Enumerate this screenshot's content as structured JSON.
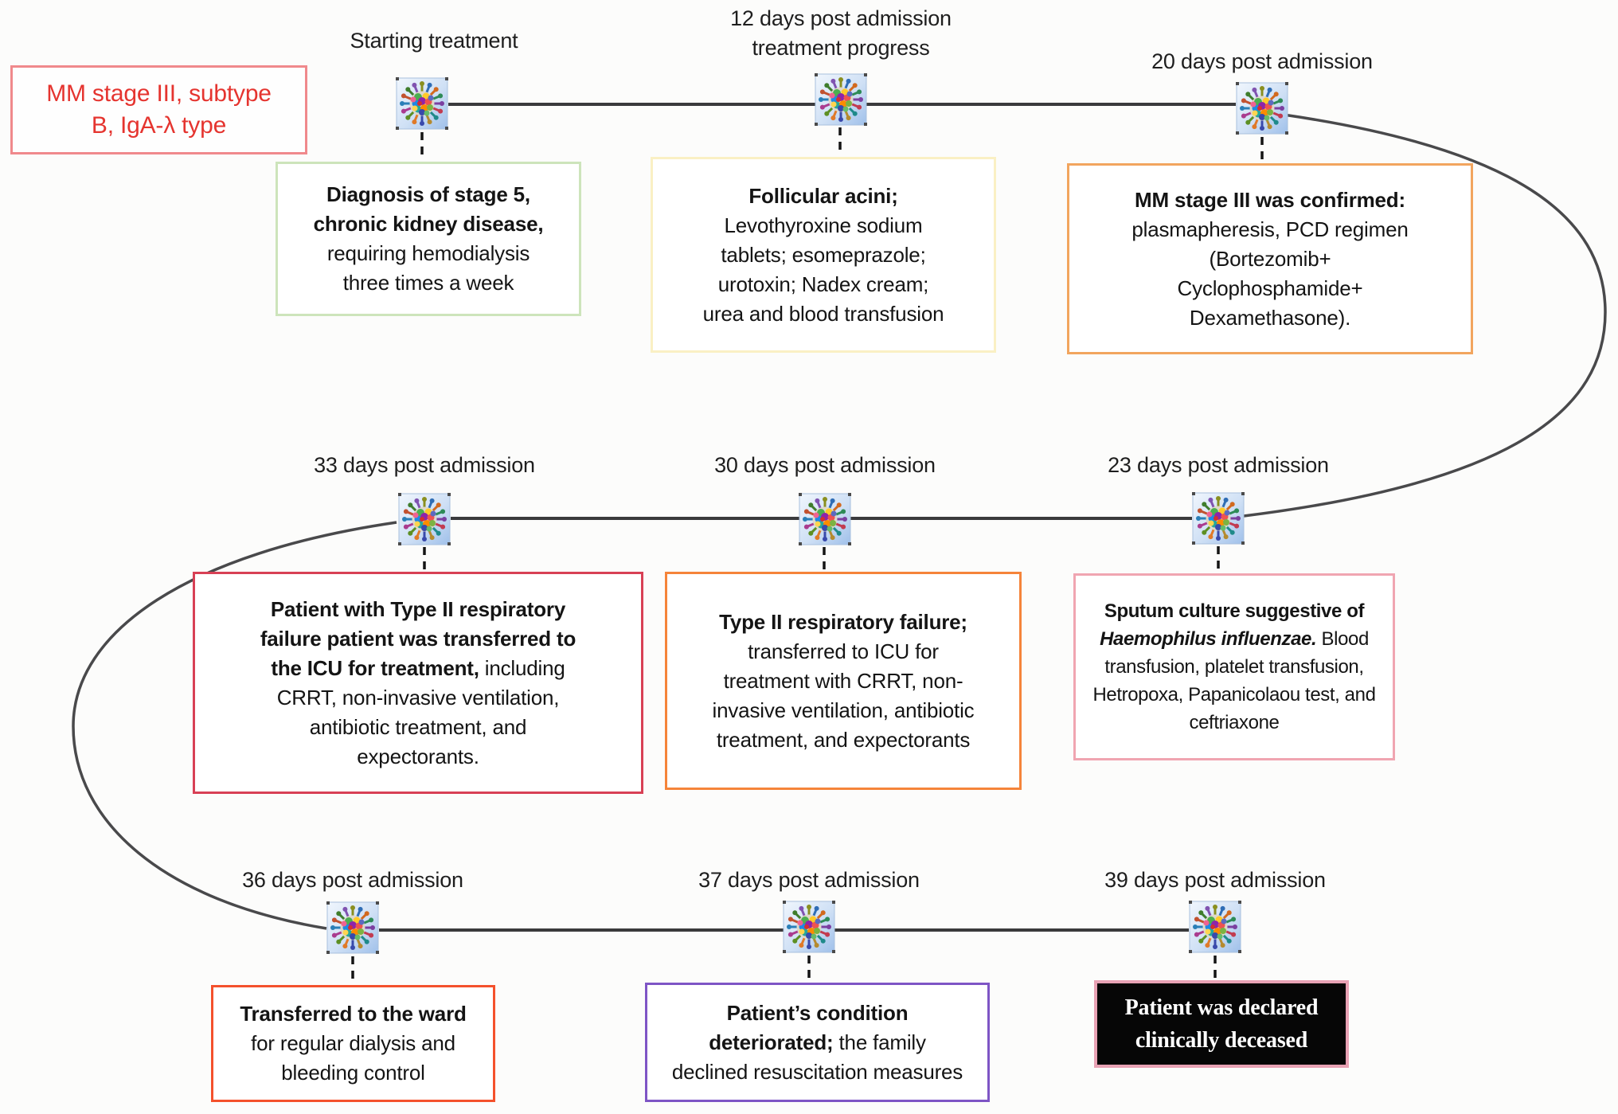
{
  "figure": {
    "description": "Clinical timeline of a multiple myeloma patient from admission to death",
    "background": "#fcfcfb"
  },
  "info_box": {
    "text": "MM stage III, subtype\nB, IgA-λ type",
    "text_color": "#e5342f",
    "border_color": "#f0898c"
  },
  "nodes": [
    {
      "label": "Starting treatment"
    },
    {
      "label": "12 days post admission\ntreatment progress"
    },
    {
      "label": "20 days post admission"
    },
    {
      "label": "33 days post admission"
    },
    {
      "label": "30 days post admission"
    },
    {
      "label": "23 days post admission"
    },
    {
      "label": "36 days post admission"
    },
    {
      "label": "37 days post admission"
    },
    {
      "label": "39 days post admission"
    }
  ],
  "events": [
    {
      "bold": "Diagnosis of stage 5,\nchronic kidney disease,\n",
      "bold_italic": "",
      "text": "requiring hemodialysis\nthree times a week",
      "border_color": "#cde4bb"
    },
    {
      "bold": "Follicular acini;\n",
      "bold_italic": "",
      "text": "Levothyroxine sodium\ntablets; esomeprazole;\nurotoxin; Nadex cream;\nurea and blood transfusion",
      "border_color": "#faf0c4"
    },
    {
      "bold": "MM stage III was confirmed:\n",
      "bold_italic": "",
      "text": "plasmapheresis, PCD regimen\n(Bortezomib+\nCyclophosphamide+\nDexamethasone).",
      "border_color": "#f2a55e"
    },
    {
      "bold": "Patient with Type II respiratory\nfailure patient was transferred to\nthe ICU for treatment, ",
      "bold_italic": "",
      "text": "including\nCRRT, non-invasive ventilation,\nantibiotic treatment, and\nexpectorants.",
      "border_color": "#d84055"
    },
    {
      "bold": "Type II respiratory failure;\n",
      "bold_italic": "",
      "text": "transferred to ICU for\ntreatment with CRRT, non-\ninvasive ventilation, antibiotic\ntreatment, and expectorants",
      "border_color": "#f5843a"
    },
    {
      "bold": "Sputum culture suggestive of\n",
      "bold_italic": "Haemophilus influenzae.",
      "text": " Blood\ntransfusion, platelet transfusion,\nHetropoxa, Papanicolaou test, and\nceftriaxone",
      "border_color": "#f0a5b1"
    },
    {
      "bold": "Transferred to the ward\n",
      "bold_italic": "",
      "text": "for regular dialysis and\nbleeding control",
      "border_color": "#f4512c"
    },
    {
      "bold": "Patient’s condition\ndeteriorated; ",
      "bold_italic": "",
      "text": "the family\ndeclined resuscitation measures",
      "border_color": "#7e55c5"
    },
    {
      "bold": "Patient was declared\nclinically deceased",
      "bold_italic": "",
      "text": "",
      "border_color": "#e8a2b4",
      "background": "#060606",
      "text_color": "#ffffff"
    }
  ],
  "line_colors": {
    "timeline": "#3a3a3c",
    "timeline_shadow": "#d2d2d4",
    "curve": "#49494b",
    "dashed_connector": "#141414"
  }
}
